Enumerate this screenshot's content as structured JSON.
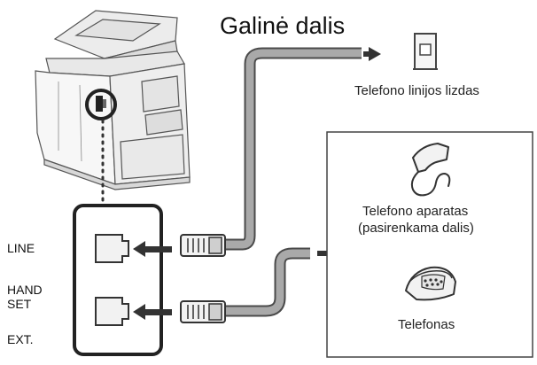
{
  "diagram": {
    "title": "Galinė dalis",
    "wall_jack_label": "Telefono linijos lizdas",
    "handset_title": "Telefono aparatas",
    "handset_subtitle": "(pasirenkama dalis)",
    "phone_label": "Telefonas",
    "port_labels": {
      "line": "LINE",
      "hand": "HAND",
      "set": "SET",
      "ext": "EXT."
    },
    "colors": {
      "cable": "#a9a9a9",
      "cable_outline": "#4a4a4a",
      "line_dark": "#333333",
      "device_light": "#f2f2f2",
      "arrow": "#333333"
    }
  }
}
